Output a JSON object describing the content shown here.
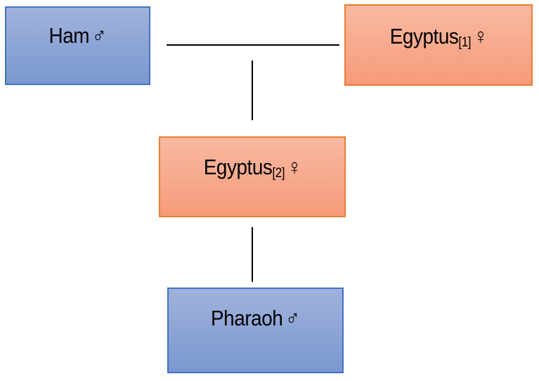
{
  "nodes": {
    "ham": {
      "name": "Ham",
      "index": "",
      "symbol": "♂"
    },
    "egyptus1": {
      "name": "Egyptus",
      "index": "[1]",
      "symbol": "♀"
    },
    "egyptus2": {
      "name": "Egyptus",
      "index": "[2]",
      "symbol": "♀"
    },
    "pharaoh": {
      "name": "Pharaoh",
      "index": "",
      "symbol": "♂"
    }
  },
  "colors": {
    "male_fill": "#8aa4d6",
    "male_border": "#4472c4",
    "female_fill": "#f7a989",
    "female_border": "#ed7d31"
  }
}
